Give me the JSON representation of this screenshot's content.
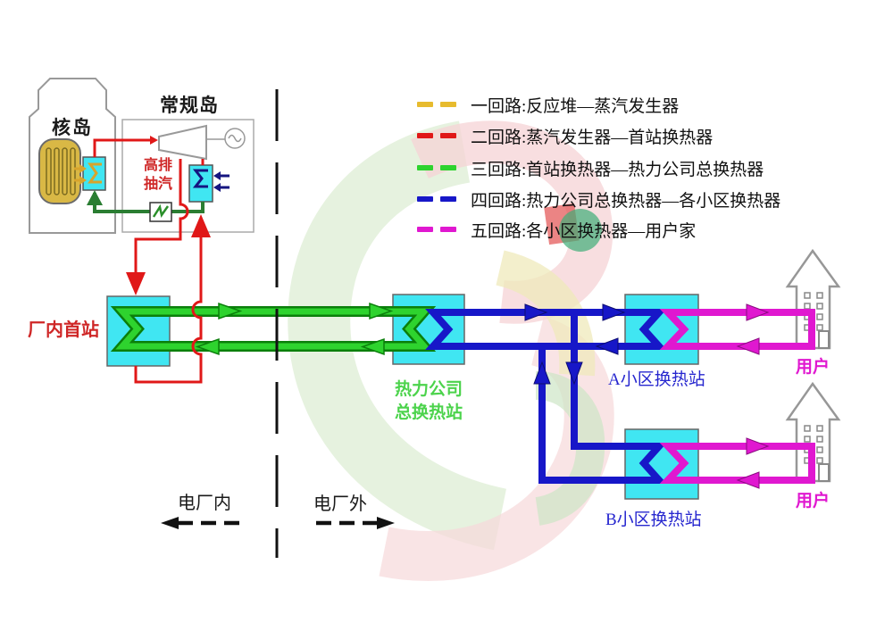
{
  "colors": {
    "loop1": "#e7bb2e",
    "loop2": "#e01818",
    "loop3": "#2ed32e",
    "loop4": "#1717c8",
    "loop5": "#e018d0",
    "green_dark": "#0b7f0b",
    "darkgreen": "#2a7d32",
    "cyan": "#40e6f2",
    "gold": "#d9b845",
    "label_red": "#cf2626",
    "label_green": "#4cd34c",
    "label_blue": "#2727cf",
    "ink": "#1a1a1a"
  },
  "legend": {
    "items": [
      {
        "label": "一回路:反应堆—蒸汽发生器",
        "color": "loop1"
      },
      {
        "label": "二回路:蒸汽发生器—首站换热器",
        "color": "loop2"
      },
      {
        "label": "三回路:首站换热器—热力公司总换热器",
        "color": "loop3"
      },
      {
        "label": "四回路:热力公司总换热器—各小区换热器",
        "color": "loop4"
      },
      {
        "label": "五回路:各小区换热器—用户家",
        "color": "loop5"
      }
    ]
  },
  "islands": {
    "nuclear": "核岛",
    "conventional": "常规岛",
    "extraction": "高排抽汽"
  },
  "stations": {
    "first_station": "厂内首站",
    "company_line1": "热力公司",
    "company_line2": "总换热站",
    "district_a": "A小区换热站",
    "district_b": "B小区换热站",
    "user_a": "用户",
    "user_b": "用户"
  },
  "regions": {
    "inside_plant": "电厂内",
    "outside_plant": "电厂外"
  }
}
